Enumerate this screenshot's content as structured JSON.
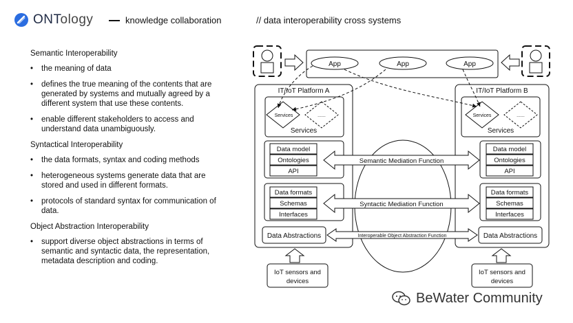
{
  "header": {
    "logo_text_bold": "ONT",
    "logo_text_thin": "ology",
    "left_title": "knowledge collaboration",
    "right_title": "// data interoperability cross systems"
  },
  "sections": [
    {
      "title": "Semantic Interoperability",
      "bullets": [
        "the meaning of data",
        "defines the true meaning of the contents that are generated by systems and mutually agreed by a different system that use these contents.",
        "enable different stakeholders to access and understand data unambiguously."
      ]
    },
    {
      "title": "Syntactical Interoperability",
      "bullets": [
        "the data formats, syntax and coding methods",
        "heterogeneous systems generate data that are stored and used in different formats.",
        "protocols of standard syntax for communication of data."
      ]
    },
    {
      "title": "Object Abstraction Interoperability",
      "bullets": [
        "support diverse object abstractions in terms of semantic and syntactic data, the representation, metadata description and coding."
      ]
    }
  ],
  "diagram": {
    "apps": [
      "App",
      "App",
      "App"
    ],
    "platform_a": "IT/IoT Platform A",
    "platform_b": "IT/IoT Platform B",
    "services_small": "Services",
    "dots": "......",
    "services_label": "Services",
    "semantic_rows": [
      "Data model",
      "Ontologies",
      "API"
    ],
    "syntactic_rows": [
      "Data formats",
      "Schemas",
      "Interfaces"
    ],
    "data_abstractions": "Data Abstractions",
    "semantic_fn": "Semantic Mediation Function",
    "syntactic_fn": "Syntactic Mediation Function",
    "object_fn": "Interoperable Object Abstraction Function",
    "sensors_line1": "IoT sensors and",
    "sensors_line2": "devices"
  },
  "watermark": "BeWater Community",
  "colors": {
    "logo_blue": "#2b6de0"
  }
}
